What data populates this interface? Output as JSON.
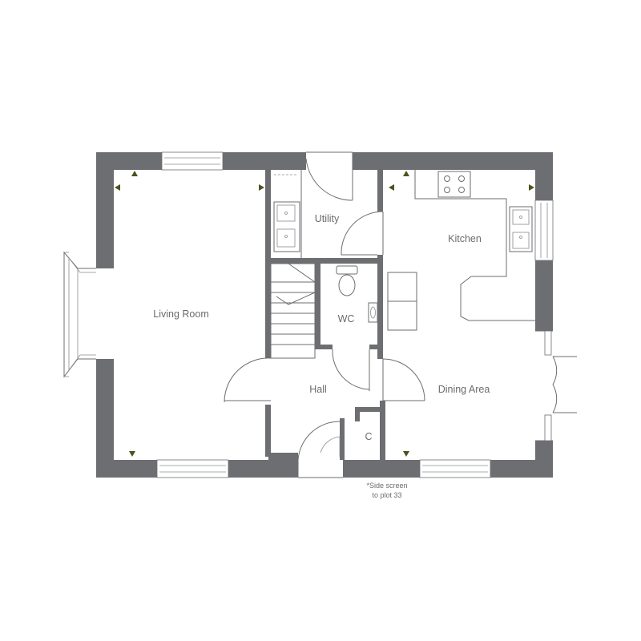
{
  "rooms": {
    "living_room": "Living Room",
    "utility": "Utility",
    "kitchen": "Kitchen",
    "wc": "WC",
    "hall": "Hall",
    "dining_area": "Dining Area",
    "cupboard": "C"
  },
  "note": {
    "line1": "*Side screen",
    "line2": "to plot 33"
  },
  "colors": {
    "wall": "#6d6e71",
    "marker": "#4b5320"
  }
}
